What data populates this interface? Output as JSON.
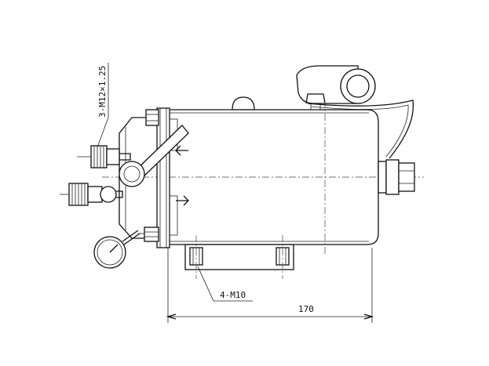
{
  "drawing": {
    "thread_callout": "3-M12×1.25",
    "mount_callout": "4-M10",
    "width_dimension": "170",
    "colors": {
      "line": "#111111",
      "background": "#ffffff"
    }
  }
}
